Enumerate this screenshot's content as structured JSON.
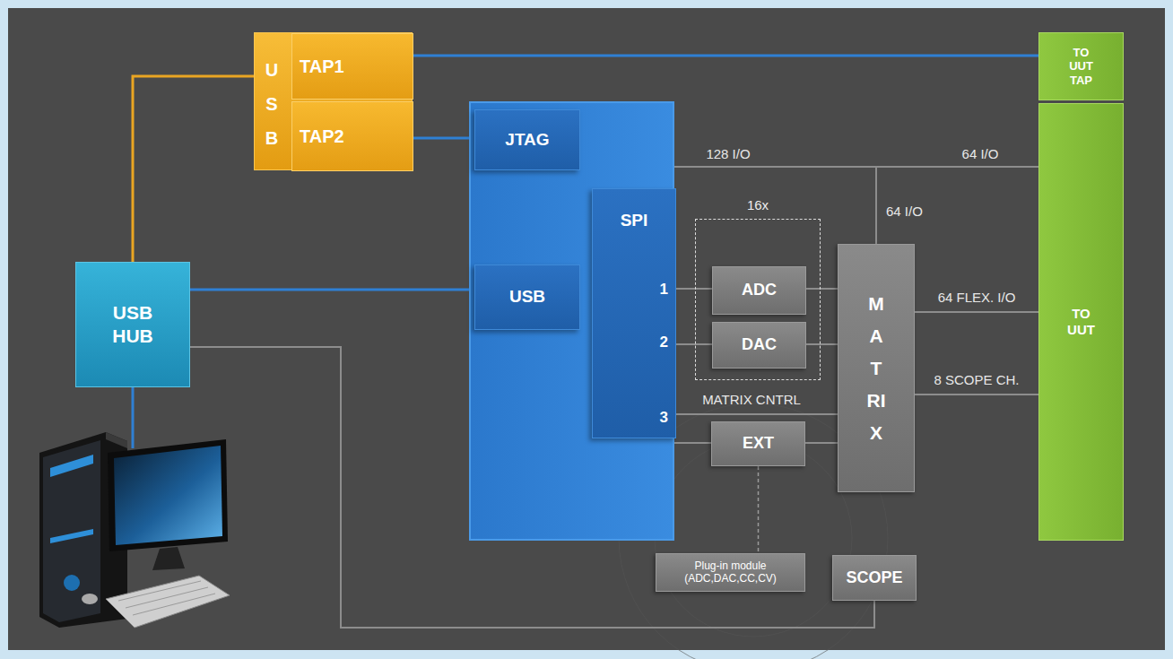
{
  "diagram": {
    "nodes": [
      {
        "text": [
          "USB"
        ]
      },
      {
        "text": [
          "TAP1"
        ],
        "in": 0
      },
      {
        "text": [
          "TAP2"
        ],
        "in": 0
      },
      {
        "text": [
          "TO UUT TAP"
        ]
      },
      {
        "text": []
      },
      {
        "text": [
          "JTAG"
        ],
        "in": 4
      },
      {
        "text": [
          "SPI",
          "1",
          "2",
          "3"
        ],
        "in": 4
      },
      {
        "text": [
          "USB HUB"
        ]
      },
      {
        "text": [
          "USB"
        ],
        "in": 4
      },
      {
        "text": [
          "16x"
        ]
      },
      {
        "text": [
          "ADC"
        ],
        "in": 9
      },
      {
        "text": [
          "DAC"
        ],
        "in": 9
      },
      {
        "text": [
          "MATRIX"
        ]
      },
      {
        "text": [
          "TO UUT"
        ]
      },
      {
        "text": [
          "EXT"
        ]
      },
      {
        "text": [
          "Plug-in module (ADC,DAC,CC,CV)"
        ]
      },
      {
        "text": [
          "SCOPE"
        ]
      }
    ],
    "edges": [
      {
        "from": 1,
        "to": 3,
        "arrow": "none"
      },
      {
        "from": 2,
        "to": 5,
        "arrow": "none"
      },
      {
        "from": 7,
        "to": 0,
        "arrow": "none"
      },
      {
        "from": 7,
        "to": 8,
        "arrow": "none"
      },
      {
        "from": 7,
        "to": 16,
        "arrow": "none"
      },
      {
        "from": 4,
        "to": 13,
        "label": "64 I/O",
        "arrow": "none"
      },
      {
        "from": 4,
        "to": 12,
        "label": "64 I/O",
        "arrow": "none"
      },
      {
        "from": 6,
        "to": 10,
        "arrow": "none"
      },
      {
        "from": 6,
        "to": 11,
        "arrow": "none"
      },
      {
        "from": 10,
        "to": 12,
        "arrow": "none"
      },
      {
        "from": 11,
        "to": 12,
        "arrow": "none"
      },
      {
        "from": 6,
        "to": 12,
        "label": "MATRIX CNTRL",
        "arrow": "none"
      },
      {
        "from": 4,
        "to": 14,
        "arrow": "none"
      },
      {
        "from": 14,
        "to": 12,
        "arrow": "none"
      },
      {
        "from": 14,
        "to": 15,
        "arrow": "none"
      },
      {
        "from": 12,
        "to": 13,
        "label": "64 FLEX. I/O",
        "arrow": "none"
      },
      {
        "from": 12,
        "to": 13,
        "label": "8 SCOPE CH.",
        "arrow": "none"
      }
    ],
    "labels": [
      "128 I/O"
    ]
  }
}
